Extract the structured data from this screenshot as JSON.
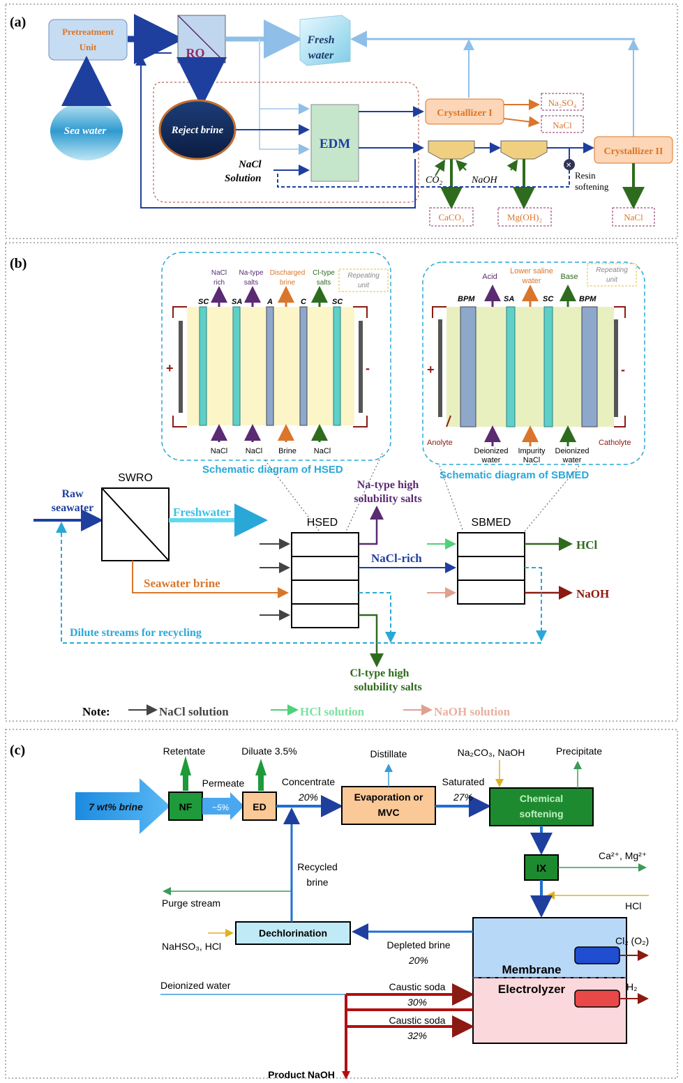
{
  "colors": {
    "dark_blue": "#1f3f9e",
    "light_blue": "#9fc8ee",
    "orange": "#d9762b",
    "dark_green": "#2e6b1e",
    "purple": "#5a2a72",
    "cyan": "#29a8d8",
    "dark_red": "#8b1a12",
    "salmon": "#e0a090"
  },
  "panel_a": {
    "label": "(a)",
    "pretreatment": "Pretreatment Unit",
    "ro": "RO",
    "fresh_water": "Fresh water",
    "sea_water": "Sea water",
    "reject_brine": "Reject brine",
    "edm": "EDM",
    "nacl_solution": "NaCl Solution",
    "crystallizer_1": "Crystallizer I",
    "crystallizer_2": "Crystallizer II",
    "na2so4": "Na₂SO₄",
    "nacl_out1": "NaCl",
    "nacl_out2": "NaCl",
    "co2": "CO₂",
    "naoh": "NaOH",
    "resin": "Resin softening",
    "caco3": "CaCO₃",
    "mgoh2": "Mg(OH)₂"
  },
  "panel_b": {
    "label": "(b)",
    "hsed_caption": "Schematic diagram of  HSED",
    "sbmed_caption": "Schematic diagram of  SBMED",
    "hsed_top": [
      "NaCl rich",
      "Na-type salts",
      "Discharged brine",
      "Cl-type salts"
    ],
    "hsed_repeat": "Repeating unit",
    "hsed_membranes": [
      "SC",
      "SA",
      "A",
      "C",
      "SC"
    ],
    "hsed_bottom": [
      "NaCl",
      "NaCl",
      "Brine",
      "NaCl"
    ],
    "sbmed_top": [
      "Acid",
      "Lower saline water",
      "Base"
    ],
    "sbmed_repeat": "Repeating unit",
    "sbmed_membranes": [
      "BPM",
      "SA",
      "SC",
      "BPM"
    ],
    "sbmed_bottom": [
      "Deionized water",
      "Impurity NaCl",
      "Deionized water"
    ],
    "anolyte": "Anolyte",
    "catholyte": "Catholyte",
    "raw_seawater": "Raw seawater",
    "swro": "SWRO",
    "freshwater": "Freshwater",
    "seawater_brine": "Seawater brine",
    "hsed": "HSED",
    "sbmed": "SBMED",
    "na_type": "Na-type high solubility salts",
    "nacl_rich": "NaCl-rich",
    "cl_type": "Cl-type high solubility salts",
    "hcl": "HCl",
    "naoh": "NaOH",
    "dilute": "Dilute streams for recycling",
    "note": "Note:",
    "note_nacl": "NaCl solution",
    "note_hcl": "HCl  solution",
    "note_naoh": "NaOH  solution"
  },
  "panel_c": {
    "label": "(c)",
    "brine_in": "7 wt% brine",
    "nf": "NF",
    "retentate": "Retentate",
    "permeate": "Permeate",
    "five_pct": "~5%",
    "ed": "ED",
    "diluate": "Diluate 3.5%",
    "concentrate": "Concentrate",
    "twenty_pct": "20%",
    "evap": "Evaporation or MVC",
    "distillate": "Distillate",
    "saturated": "Saturated",
    "twentyseven_pct": "27%",
    "reagents": "Na₂CO₃, NaOH",
    "precipitate": "Precipitate",
    "softening": "Chemical softening",
    "ix": "IX",
    "ca_mg": "Ca²⁺, Mg²⁺",
    "hcl": "HCl",
    "recycled": "Recycled brine",
    "purge": "Purge stream",
    "dechlorination": "Dechlorination",
    "nahso3": "NaHSO₃, HCl",
    "depleted": "Depleted brine",
    "depleted_pct": "20%",
    "membrane": "Membrane",
    "electrolyzer": "Electrolyzer",
    "cl2": "Cl₂ (O₂)",
    "h2": "H₂",
    "deionized": "Deionized water",
    "caustic1": "Caustic soda",
    "caustic1_pct": "30%",
    "caustic2": "Caustic soda",
    "caustic2_pct": "32%",
    "product": "Product NaOH"
  }
}
